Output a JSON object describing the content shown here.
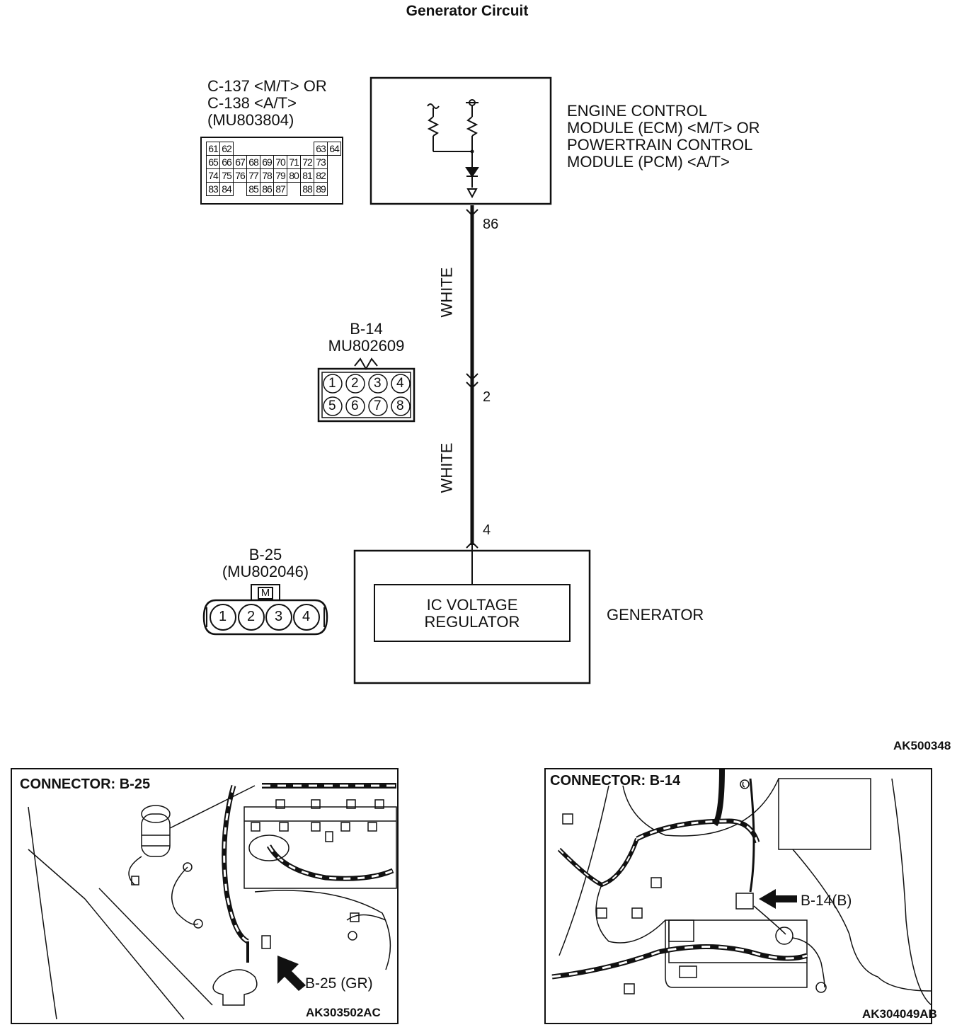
{
  "title": "Generator Circuit",
  "ecm": {
    "connector_lines": [
      "C-137 <M/T> OR",
      "C-138 <A/T>",
      "(MU803804)"
    ],
    "label_lines": [
      "ENGINE CONTROL",
      "MODULE (ECM) <M/T> OR",
      "POWERTRAIN CONTROL",
      "MODULE (PCM) <A/T>"
    ],
    "pin": "86",
    "connector_pins": [
      [
        "61",
        "62",
        "",
        "",
        "",
        "",
        "",
        "",
        "63",
        "64"
      ],
      [
        "65",
        "66",
        "67",
        "68",
        "69",
        "70",
        "71",
        "72",
        "73"
      ],
      [
        "74",
        "75",
        "76",
        "77",
        "78",
        "79",
        "80",
        "81",
        "82"
      ],
      [
        "83",
        "84",
        "",
        "85",
        "86",
        "87",
        "",
        "88",
        "89"
      ]
    ]
  },
  "wires": [
    {
      "color": "WHITE"
    },
    {
      "color": "WHITE"
    }
  ],
  "b14": {
    "lines": [
      "B-14",
      "MU802609"
    ],
    "pin": "2",
    "pins": [
      "1",
      "2",
      "3",
      "4",
      "5",
      "6",
      "7",
      "8"
    ]
  },
  "generator": {
    "label": "GENERATOR",
    "regulator_lines": [
      "IC VOLTAGE",
      "REGULATOR"
    ],
    "pin": "4"
  },
  "b25": {
    "lines": [
      "B-25",
      "(MU802046)"
    ],
    "key": "M",
    "pins": [
      "1",
      "2",
      "3",
      "4"
    ]
  },
  "figure_ref": "AK500348",
  "photos": [
    {
      "title": "CONNECTOR: B-25",
      "callout": "B-25 (GR)",
      "ref": "AK303502AC"
    },
    {
      "title": "CONNECTOR: B-14",
      "callout": "B-14(B)",
      "ref": "AK304049AB"
    }
  ]
}
